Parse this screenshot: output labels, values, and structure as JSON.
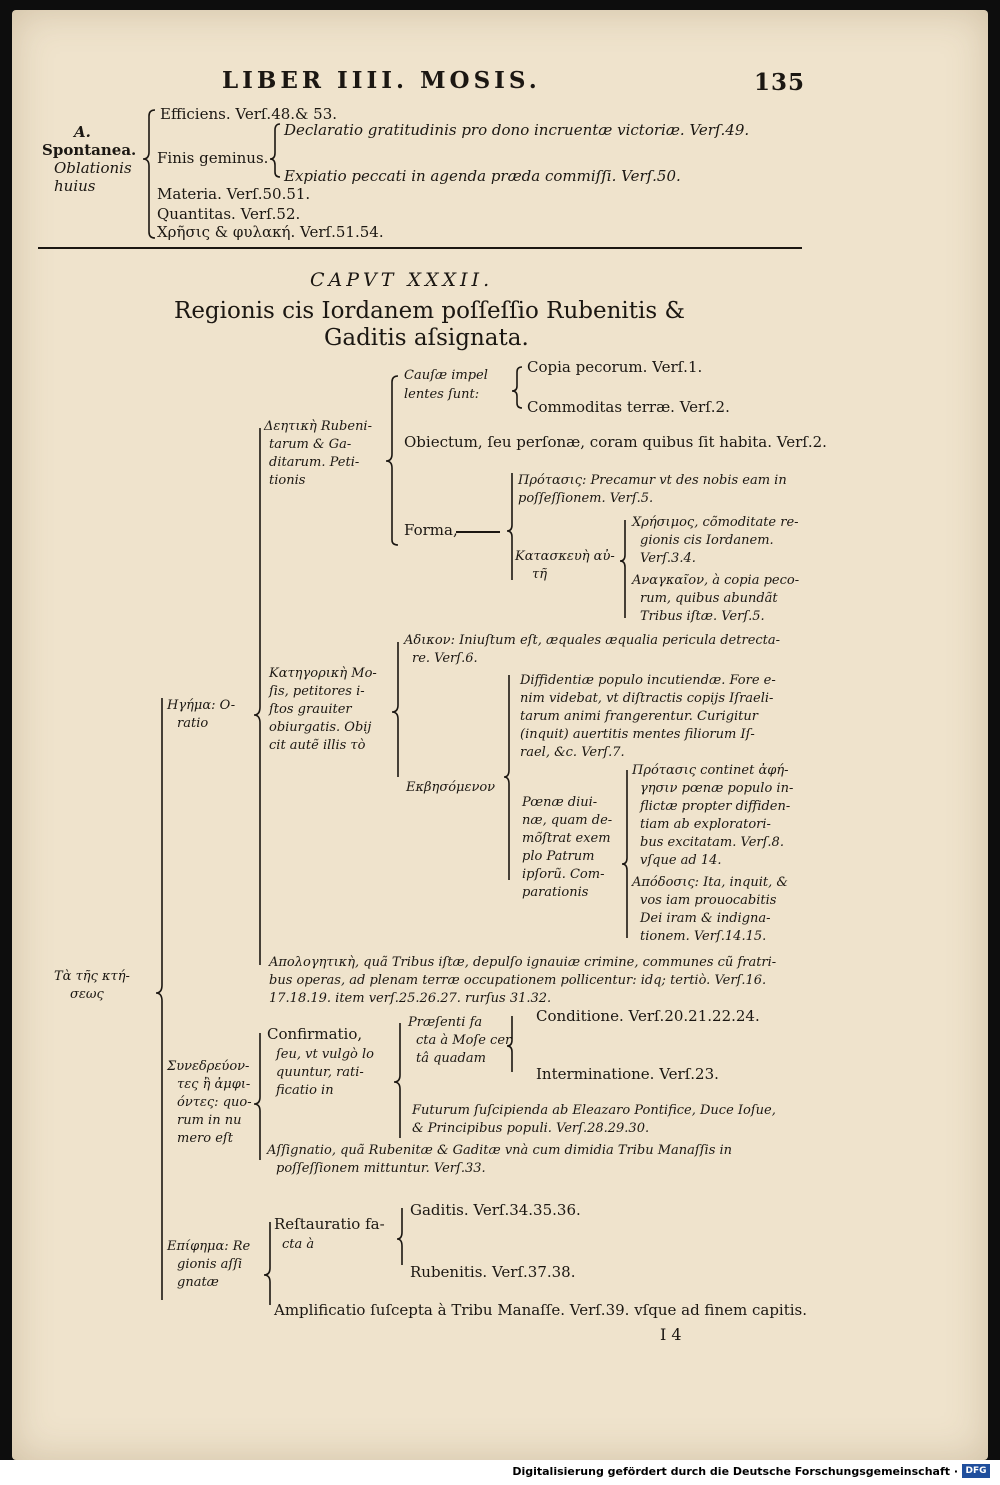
{
  "header": {
    "running_title": "LIBER IIII. MOSIS.",
    "page_number": "135"
  },
  "top_table": {
    "left_label": [
      "A.",
      "Spontanea.",
      "Oblationis",
      "huius"
    ],
    "efficiens": "Efficiens. Verſ.48.& 53.",
    "finis": "Finis geminus.",
    "declaratio": "Declaratio gratitudinis pro dono incruentæ victoriæ. Verſ.49.",
    "expiatio": "Expiatio peccati in agenda præda commiſſi. Verſ.50.",
    "materia": "Materia. Verſ.50.51.",
    "quantitas": "Quantitas. Verſ.52.",
    "chresis": "Χρῆσις & φυλακή. Verſ.51.54."
  },
  "chapter": {
    "caput": "CAPVT XXXII.",
    "title_line1": "Regionis cis Iordanem poſſeſſio Rubenitis &",
    "title_line2": "Gaditis aſsignata."
  },
  "tree": {
    "root": [
      "Τὰ τῆς κτή-",
      "σεως"
    ],
    "hegema": [
      "Ηγήμα: O-",
      "ratio"
    ],
    "deetike": [
      "Δεητικὴ Rubeni-",
      "tarum & Ga-",
      "ditarum. Peti-",
      "tionis"
    ],
    "causae": [
      "Cauſæ impel",
      "lentes ſunt:"
    ],
    "copia": "Copia pecorum. Verſ.1.",
    "commoditas": "Commoditas terræ. Verſ.2.",
    "obiectum": "Obiectum, ſeu perſonæ, coram quibus ſit habita. Verſ.2.",
    "forma": "Forma,",
    "protasis1": [
      "Πρότασις: Precamur vt des nobis eam in",
      "poſſeſſionem. Verſ.5."
    ],
    "kataskeue": [
      "Κατασκευὴ αὐ-",
      "τῆ"
    ],
    "chresimos": [
      "Χρήσιμος, cõmoditate re-",
      "gionis cis Iordanem.",
      "Verſ.3.4."
    ],
    "anankaion": [
      "Αναγκαῖον, à copia peco-",
      "rum, quibus abundãt",
      "Tribus iſtæ. Verſ.5."
    ],
    "kategorike": [
      "Κατηγορικὴ Mo-",
      "ſis, petitores i-",
      "ſtos grauiter",
      "obiurgatis. Obij",
      "cit autẽ illis τὸ"
    ],
    "adikon": [
      "Αδικον: Iniuſtum eſt, æquales æqualia pericula detrecta-",
      "re. Verſ.6."
    ],
    "diffidentiae": [
      "Diffidentiæ populo incutiendæ. Fore e-",
      "nim videbat, vt diſtractis copijs Iſraeli-",
      "tarum animi frangerentur. Curigitur",
      "(inquit) auertitis mentes filiorum Iſ-",
      "rael, &c. Verſ.7."
    ],
    "ekpheron": "Εκβησόμενον",
    "poenae": [
      "Pœnæ diui-",
      "næ, quam de-",
      "mõſtrat exem",
      "plo Patrum",
      "ipſorũ. Com-",
      "parationis"
    ],
    "protasis2": [
      "Πρότασις continet ἀφή-",
      "γησιν pœnæ populo in-",
      "flictæ propter diffiden-",
      "tiam ab exploratori-",
      "bus excitatam. Verſ.8.",
      "vſque ad 14."
    ],
    "apodosis": [
      "Απόδοσις: Ita, inquit, &",
      "vos iam prouocabitis",
      "Dei iram & indigna-",
      "tionem. Verſ.14.15."
    ],
    "apologetike": [
      "Απολογητικὴ, quã Tribus iſtæ, depulſo ignauiæ crimine, communes cũ fratri-",
      "bus operas, ad plenam terræ occupationem pollicentur: idq; tertiò. Verſ.16.",
      "17.18.19. item verſ.25.26.27. rurſus 31.32."
    ],
    "synedreuontes": [
      "Συνεδρεύον-",
      "τες ἢ ἀμφι-",
      "όντες: quo-",
      "rum in nu",
      "mero eſt"
    ],
    "confirmatio": [
      "Confirmatio,",
      "ſeu, vt vulgò lo",
      "quuntur, rati-",
      "ficatio in"
    ],
    "praesenti": [
      "Præſenti fa",
      "cta à Moſe cer",
      "tâ quadam"
    ],
    "conditione": "Conditione. Verſ.20.21.22.24.",
    "interminatione": "Interminatione. Verſ.23.",
    "futurum": [
      "Futurum ſuſcipienda ab Eleazaro Pontifice, Duce Ioſue,",
      "& Principibus populi. Verſ.28.29.30."
    ],
    "assignatio": [
      "Aſſignatio, quã Rubenitæ & Gaditæ vnà cum dimidia Tribu Manaſſis in",
      "poſſeſſionem mittuntur. Verſ.33."
    ],
    "epiphema": [
      "Επίφημα: Re",
      "gionis aſſi",
      "gnatæ"
    ],
    "restauratio": [
      "Reſtauratio fa-",
      "cta à"
    ],
    "gaditis": "Gaditis. Verſ.34.35.36.",
    "rubenitis": "Rubenitis. Verſ.37.38.",
    "amplificatio": "Amplificatio ſuſcepta à Tribu Manaſſe. Verſ.39. vſque ad finem capitis.",
    "signature": "I 4"
  },
  "footer": {
    "text": "Digitalisierung gefördert durch die Deutsche Forschungsgemeinschaft ·",
    "logo": "DFG"
  }
}
